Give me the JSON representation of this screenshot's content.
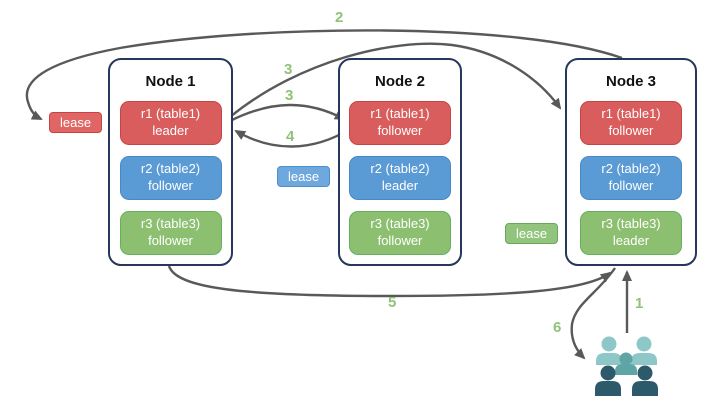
{
  "nodes": [
    {
      "title": "Node 1",
      "replicas": [
        {
          "name": "r1 (table1)",
          "role": "leader"
        },
        {
          "name": "r2 (table2)",
          "role": "follower"
        },
        {
          "name": "r3 (table3)",
          "role": "follower"
        }
      ]
    },
    {
      "title": "Node 2",
      "replicas": [
        {
          "name": "r1 (table1)",
          "role": "follower"
        },
        {
          "name": "r2 (table2)",
          "role": "leader"
        },
        {
          "name": "r3 (table3)",
          "role": "follower"
        }
      ]
    },
    {
      "title": "Node 3",
      "replicas": [
        {
          "name": "r1 (table1)",
          "role": "follower"
        },
        {
          "name": "r2 (table2)",
          "role": "follower"
        },
        {
          "name": "r3 (table3)",
          "role": "leader"
        }
      ]
    }
  ],
  "leases": [
    {
      "label": "lease",
      "color": "#e06666"
    },
    {
      "label": "lease",
      "color": "#6fa8dc"
    },
    {
      "label": "lease",
      "color": "#93c47d"
    }
  ],
  "steps": [
    {
      "label": "2"
    },
    {
      "label": "3"
    },
    {
      "label": "3"
    },
    {
      "label": "4"
    },
    {
      "label": "5"
    },
    {
      "label": "6"
    },
    {
      "label": "1"
    }
  ],
  "icons": {
    "users": "users-group-icon"
  },
  "colors": {
    "replica_red": "#d95d5d",
    "replica_red_border": "#c64444",
    "replica_blue": "#5b9bd5",
    "replica_blue_border": "#4789c8",
    "replica_green": "#8cc070",
    "replica_green_border": "#64b05e",
    "node_border": "#26365c",
    "arrow": "#595959",
    "step_label": "#8fc377",
    "users_light_teal": "#8ec7c7",
    "users_medium_teal": "#5fa5a5",
    "users_dark_teal": "#2d5a6b"
  }
}
